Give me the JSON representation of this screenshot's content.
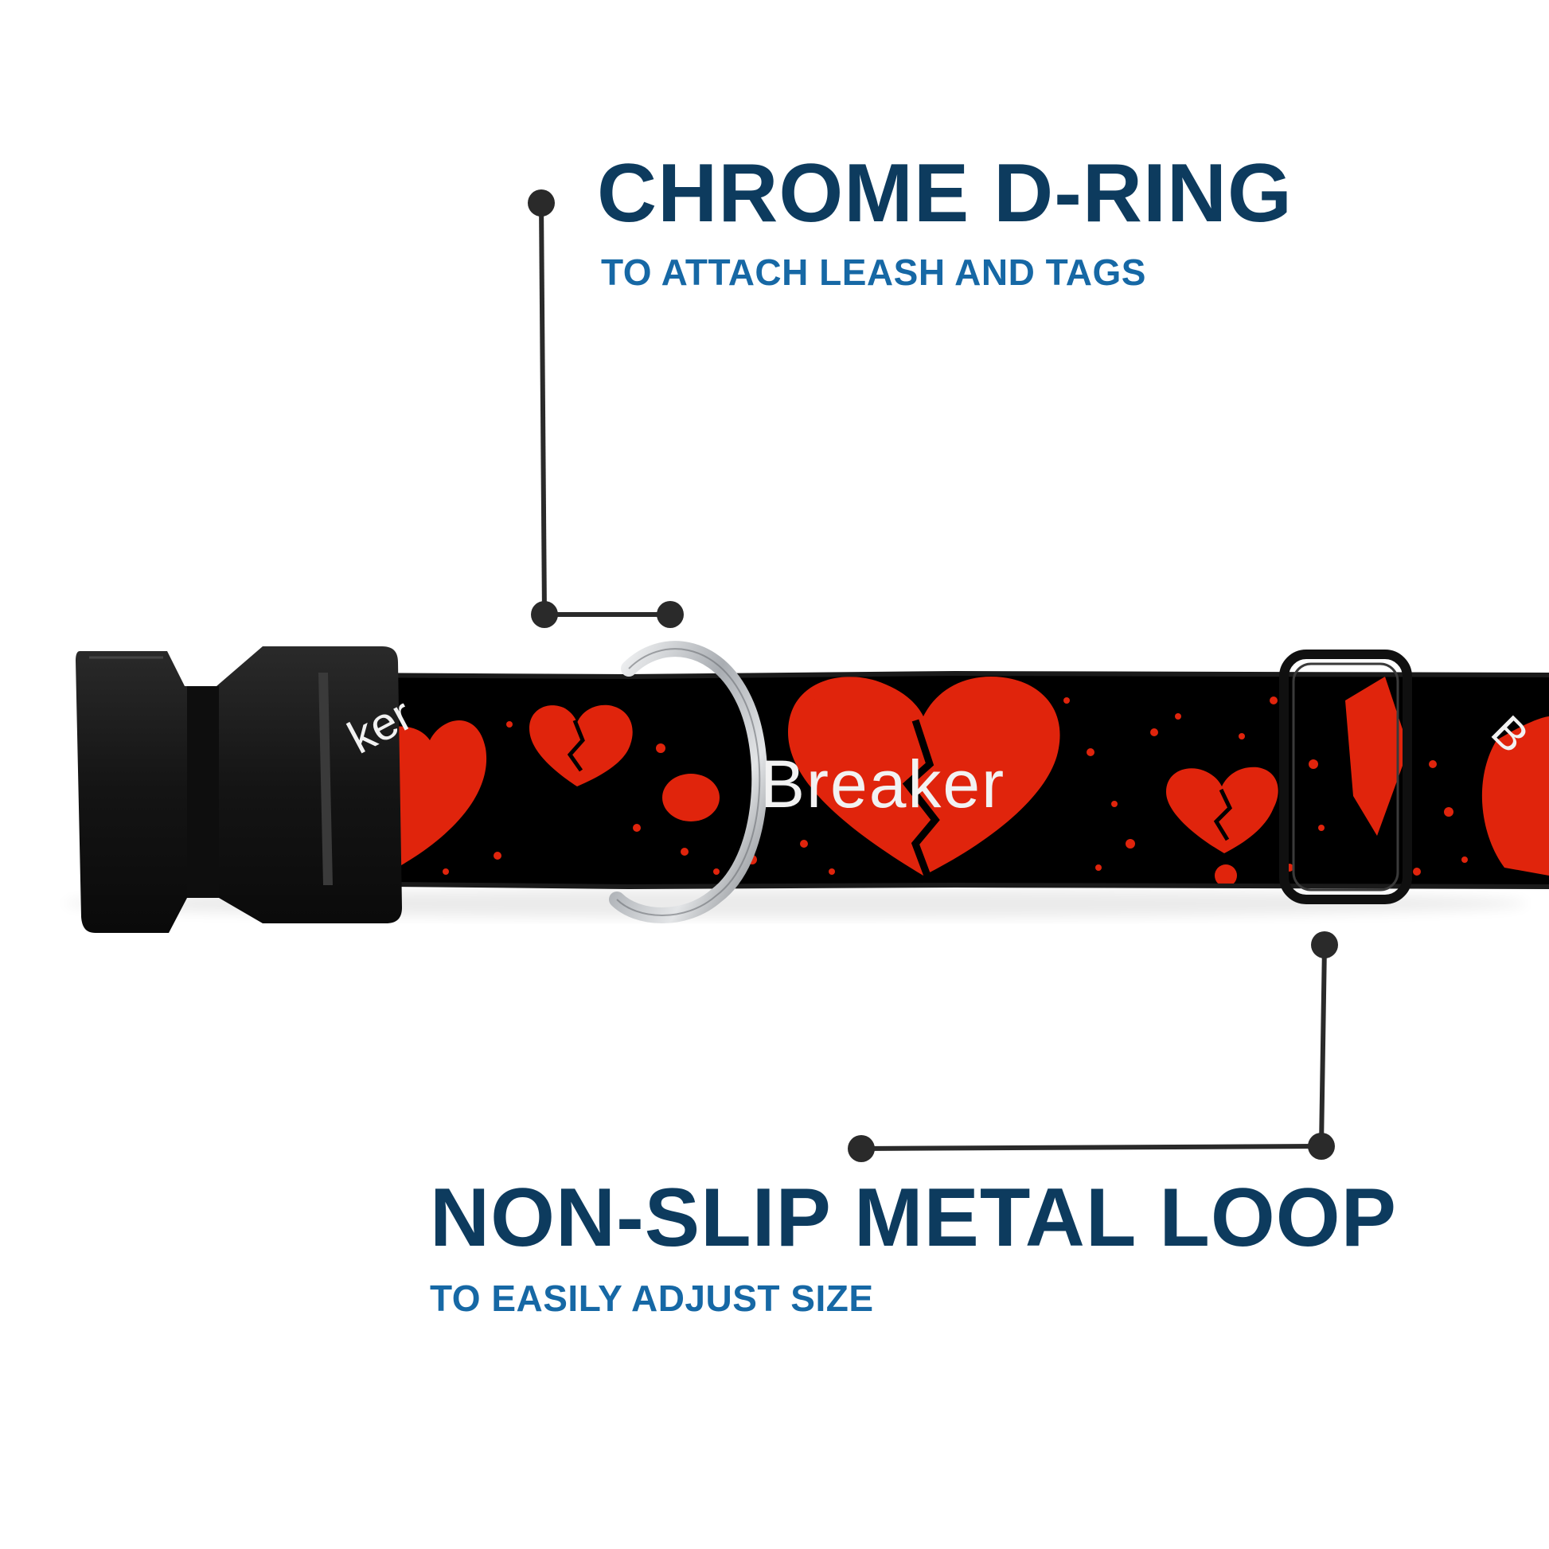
{
  "callouts": {
    "d_ring": {
      "title": "CHROME D-RING",
      "subtitle": "TO ATTACH LEASH AND TAGS"
    },
    "metal_loop": {
      "title": "NON-SLIP METAL LOOP",
      "subtitle": "TO EASILY ADJUST SIZE"
    }
  },
  "collar_pattern": {
    "main_text": "Breaker",
    "left_fragment": "ker",
    "right_fragment": "B"
  },
  "colors": {
    "heading": "#0d3b5e",
    "subheading": "#1668a5",
    "callout_line": "#2a2a2a",
    "strap_background": "#000000",
    "heart": "#e0240c",
    "buckle": "#1b1b1b",
    "chrome": "#c9ccd0"
  }
}
